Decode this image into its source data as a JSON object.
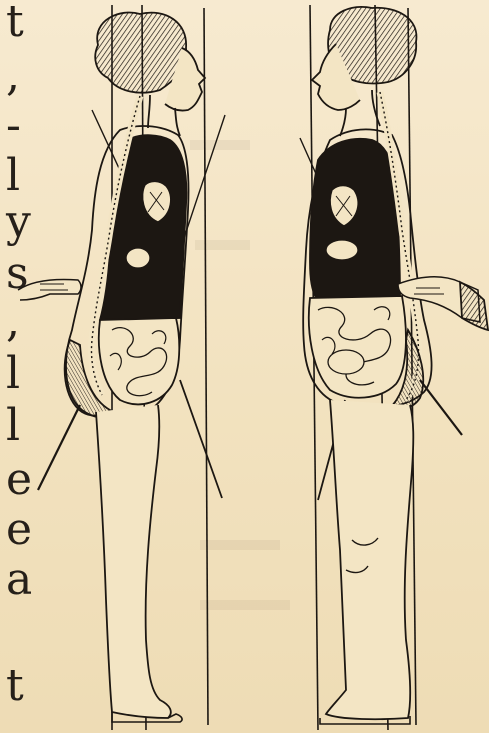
{
  "margin_letters": [
    "t",
    ",",
    "-",
    "l",
    "y",
    "s",
    ",",
    "l",
    "l",
    "e",
    "e",
    "a",
    "t"
  ],
  "illustration": {
    "left_figure": "figure-facing-right",
    "right_figure": "figure-facing-left",
    "ink_color": "#1c1712",
    "paper_color": "#f3e5c4"
  }
}
